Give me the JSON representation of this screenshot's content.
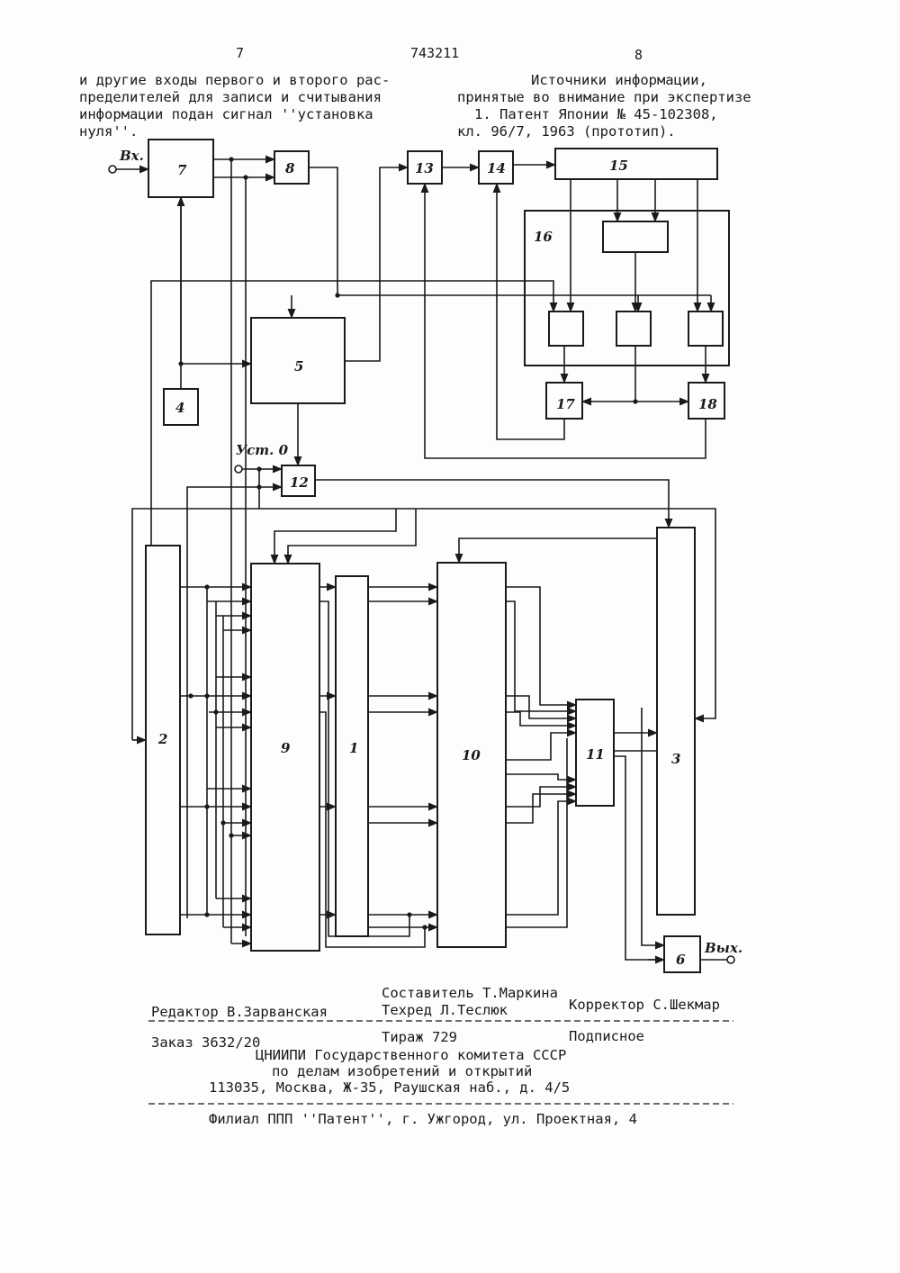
{
  "header": {
    "page_left": "7",
    "patent_number": "743211",
    "page_right": "8"
  },
  "left_column": {
    "lines": [
      "и другие входы первого и второго рас-",
      "пределителей для записи и считывания",
      "информации подан сигнал ''установка",
      "нуля''."
    ]
  },
  "right_column": {
    "lines": [
      "Источники информации,",
      "принятые во внимание при экспертизе",
      "1. Патент Японии № 45-102308,",
      "кл. 96/7, 1963 (прототип)."
    ]
  },
  "diagram": {
    "blocks": [
      "1",
      "2",
      "3",
      "4",
      "5",
      "6",
      "7",
      "8",
      "9",
      "10",
      "11",
      "12",
      "13",
      "14",
      "15",
      "16",
      "17",
      "18"
    ],
    "input_label": "Вх.",
    "output_label": "Вых.",
    "reset_label": "Уст. 0"
  },
  "colophon": {
    "compiler": "Составитель Т.Маркина",
    "editor": "Редактор В.Зарванская",
    "techred": "Техред Л.Теслюк",
    "corrector": "Корректор С.Шекмар",
    "order": "Заказ 3632/20",
    "print_run": "Тираж 729",
    "subscription": "Подписное",
    "org_line1": "ЦНИИПИ Государственного комитета СССР",
    "org_line2": "по делам изобретений и открытий",
    "address": "113035, Москва, Ж-35, Раушская наб., д. 4/5",
    "branch": "Филиал ППП ''Патент'', г. Ужгород, ул. Проектная, 4"
  }
}
